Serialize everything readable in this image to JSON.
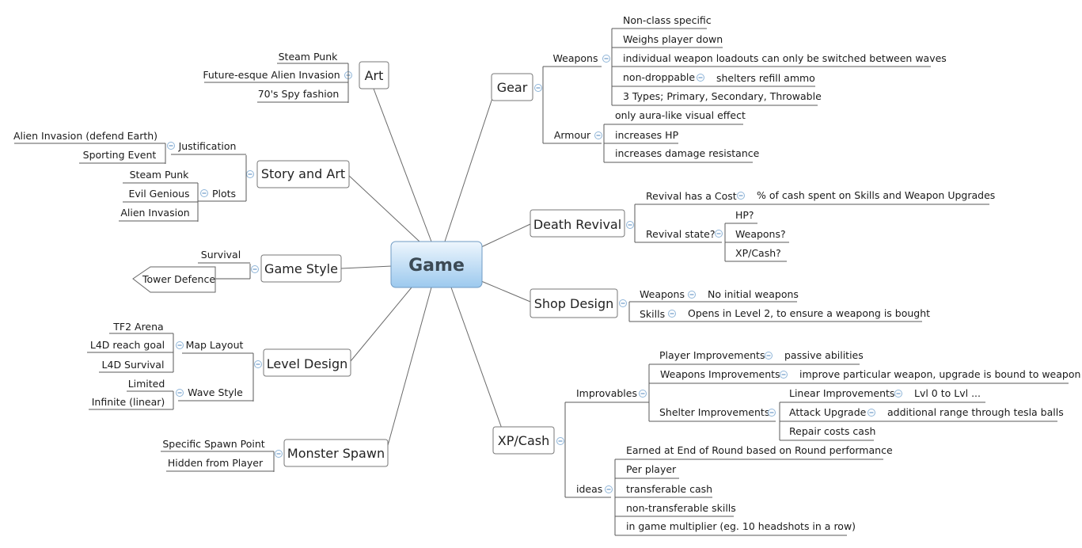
{
  "root": "Game",
  "topics": {
    "art": {
      "label": "Art",
      "items": [
        "Steam Punk",
        "Future-esque Alien Invasion",
        "70's Spy fashion"
      ]
    },
    "story": {
      "label": "Story and Art",
      "justification": {
        "label": "Justification",
        "items": [
          "Alien Invasion (defend Earth)",
          "Sporting Event"
        ]
      },
      "plots": {
        "label": "Plots",
        "items": [
          "Steam Punk",
          "Evil Genious",
          "Alien Invasion"
        ]
      }
    },
    "gamestyle": {
      "label": "Game Style",
      "items": [
        "Survival",
        "Tower Defence"
      ]
    },
    "level": {
      "label": "Level Design",
      "maplayout": {
        "label": "Map Layout",
        "items": [
          "TF2 Arena",
          "L4D reach goal",
          "L4D Survival"
        ]
      },
      "wavestyle": {
        "label": "Wave Style",
        "items": [
          "Limited",
          "Infinite (linear)"
        ]
      }
    },
    "monster": {
      "label": "Monster Spawn",
      "items": [
        "Specific Spawn Point",
        "Hidden from Player"
      ]
    },
    "gear": {
      "label": "Gear",
      "weapons": {
        "label": "Weapons",
        "items": [
          "Non-class specific",
          "Weighs player down",
          "individual weapon loadouts can only be switched between waves",
          "non-droppable",
          "3 Types; Primary, Secondary, Throwable"
        ],
        "nondroppable_child": "shelters refill ammo"
      },
      "armour": {
        "label": "Armour",
        "items": [
          "only aura-like visual effect",
          "increases HP",
          "increases damage resistance"
        ]
      }
    },
    "death": {
      "label": "Death Revival",
      "cost": {
        "label": "Revival has a Cost",
        "child": "% of cash spent on Skills and Weapon Upgrades"
      },
      "state": {
        "label": "Revival state?",
        "items": [
          "HP?",
          "Weapons?",
          "XP/Cash?"
        ]
      }
    },
    "shop": {
      "label": "Shop Design",
      "weapons": {
        "label": "Weapons",
        "child": "No initial weapons"
      },
      "skills": {
        "label": "Skills",
        "child": "Opens in Level 2, to ensure a weapong is bought"
      }
    },
    "xp": {
      "label": "XP/Cash",
      "improvables": {
        "label": "Improvables",
        "player": {
          "label": "Player Improvements",
          "child": "passive abilities"
        },
        "weapons": {
          "label": "Weapons Improvements",
          "child": "improve particular weapon, upgrade is bound to weapon"
        },
        "shelter": {
          "label": "Shelter Improvements",
          "linear": {
            "label": "Linear Improvements",
            "child": "Lvl 0 to Lvl ..."
          },
          "attack": {
            "label": "Attack Upgrade",
            "child": "additional range through tesla balls"
          },
          "repair": "Repair costs cash"
        }
      },
      "ideas": {
        "label": "ideas",
        "items": [
          "Earned at End of Round based on Round performance",
          "Per player",
          "transferable cash",
          "non-transferable skills",
          "in game multiplier (eg. 10 headshots in a row)"
        ]
      }
    }
  }
}
